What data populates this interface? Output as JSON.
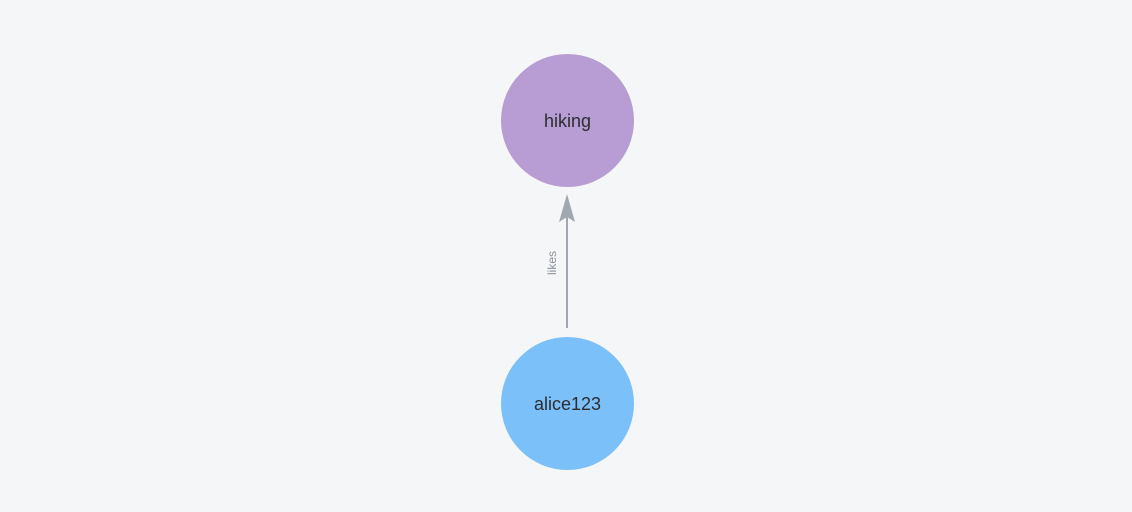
{
  "canvas": {
    "background": "#f5f6f7"
  },
  "graph": {
    "nodes": [
      {
        "id": "hiking",
        "label": "hiking",
        "shape": "circle",
        "color": "#b89dd4",
        "label_color": "#2b2d30"
      },
      {
        "id": "alice123",
        "label": "alice123",
        "shape": "circle",
        "color": "#7cc0fa",
        "label_color": "#2b2d30"
      }
    ],
    "edges": [
      {
        "from": "alice123",
        "to": "hiking",
        "label": "likes",
        "color": "#a1a7b0",
        "label_color": "#8b929b",
        "arrow": "to"
      }
    ]
  }
}
